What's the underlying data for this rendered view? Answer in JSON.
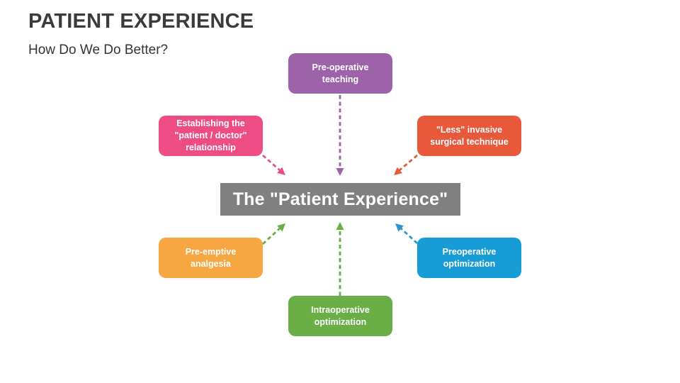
{
  "slide": {
    "title": "PATIENT EXPERIENCE",
    "subtitle": "How Do We Do Better?",
    "background_color": "#FFFFFF",
    "title_color": "#3B3B3B"
  },
  "center_node": {
    "label": "The \"Patient Experience\"",
    "bg_color": "#808080",
    "text_color": "#FFFFFF"
  },
  "nodes": [
    {
      "id": "pre-operative-teaching",
      "label": "Pre-operative teaching",
      "position": "top-center",
      "color": "#9C63A8",
      "arrow_color": "#9C63A8"
    },
    {
      "id": "establishing-relationship",
      "label": "Establishing the \"patient / doctor\" relationship",
      "position": "upper-left",
      "color": "#EE4C85",
      "arrow_color": "#EE4C85"
    },
    {
      "id": "less-invasive-technique",
      "label": "\"Less\" invasive surgical technique",
      "position": "upper-right",
      "color": "#E8593B",
      "arrow_color": "#E8593B"
    },
    {
      "id": "pre-emptive-analgesia",
      "label": "Pre-emptive analgesia",
      "position": "lower-left",
      "color": "#F6A742",
      "arrow_color": "#6AAE46"
    },
    {
      "id": "preoperative-optimization",
      "label": "Preoperative optimization",
      "position": "lower-right",
      "color": "#189CD6",
      "arrow_color": "#2F93CE"
    },
    {
      "id": "intraoperative-optimization",
      "label": "Intraoperative optimization",
      "position": "bottom-center",
      "color": "#6AAE46",
      "arrow_color": "#6AAE46"
    }
  ]
}
